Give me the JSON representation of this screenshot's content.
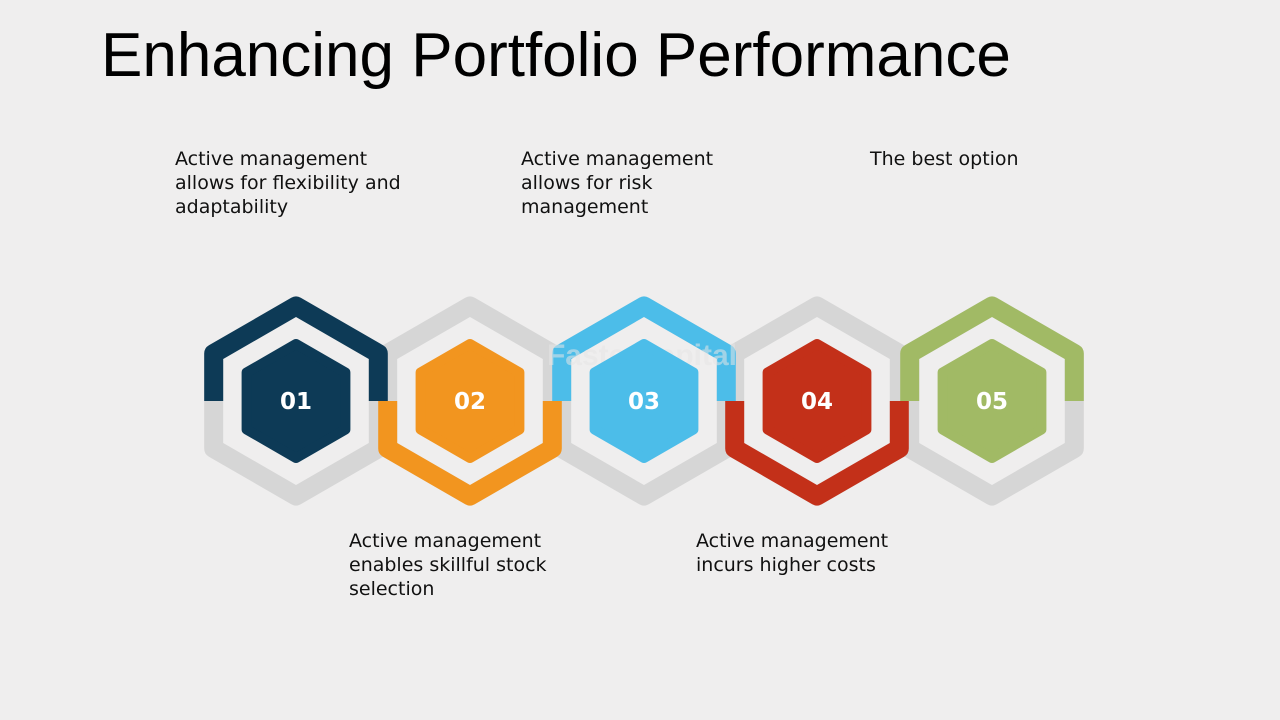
{
  "slide": {
    "title": "Enhancing Portfolio Performance"
  },
  "watermark": {
    "text": "FasterCapital"
  },
  "steps": [
    {
      "number": "01",
      "color": "#0d3a56",
      "caption": "Active management allows for flexibility and adaptability",
      "caption_side": "top"
    },
    {
      "number": "02",
      "color": "#f2951f",
      "caption": "Active management enables skillful stock selection",
      "caption_side": "bottom"
    },
    {
      "number": "03",
      "color": "#4cbde9",
      "caption": "Active management allows for risk management",
      "caption_side": "top"
    },
    {
      "number": "04",
      "color": "#c33019",
      "caption": "Active management incurs higher costs",
      "caption_side": "bottom"
    },
    {
      "number": "05",
      "color": "#a1ba65",
      "caption": "The best option",
      "caption_side": "top"
    }
  ],
  "colors": {
    "background": "#efeeee",
    "ring_gray": "#d6d6d6",
    "ring_inner": "#ededed"
  }
}
